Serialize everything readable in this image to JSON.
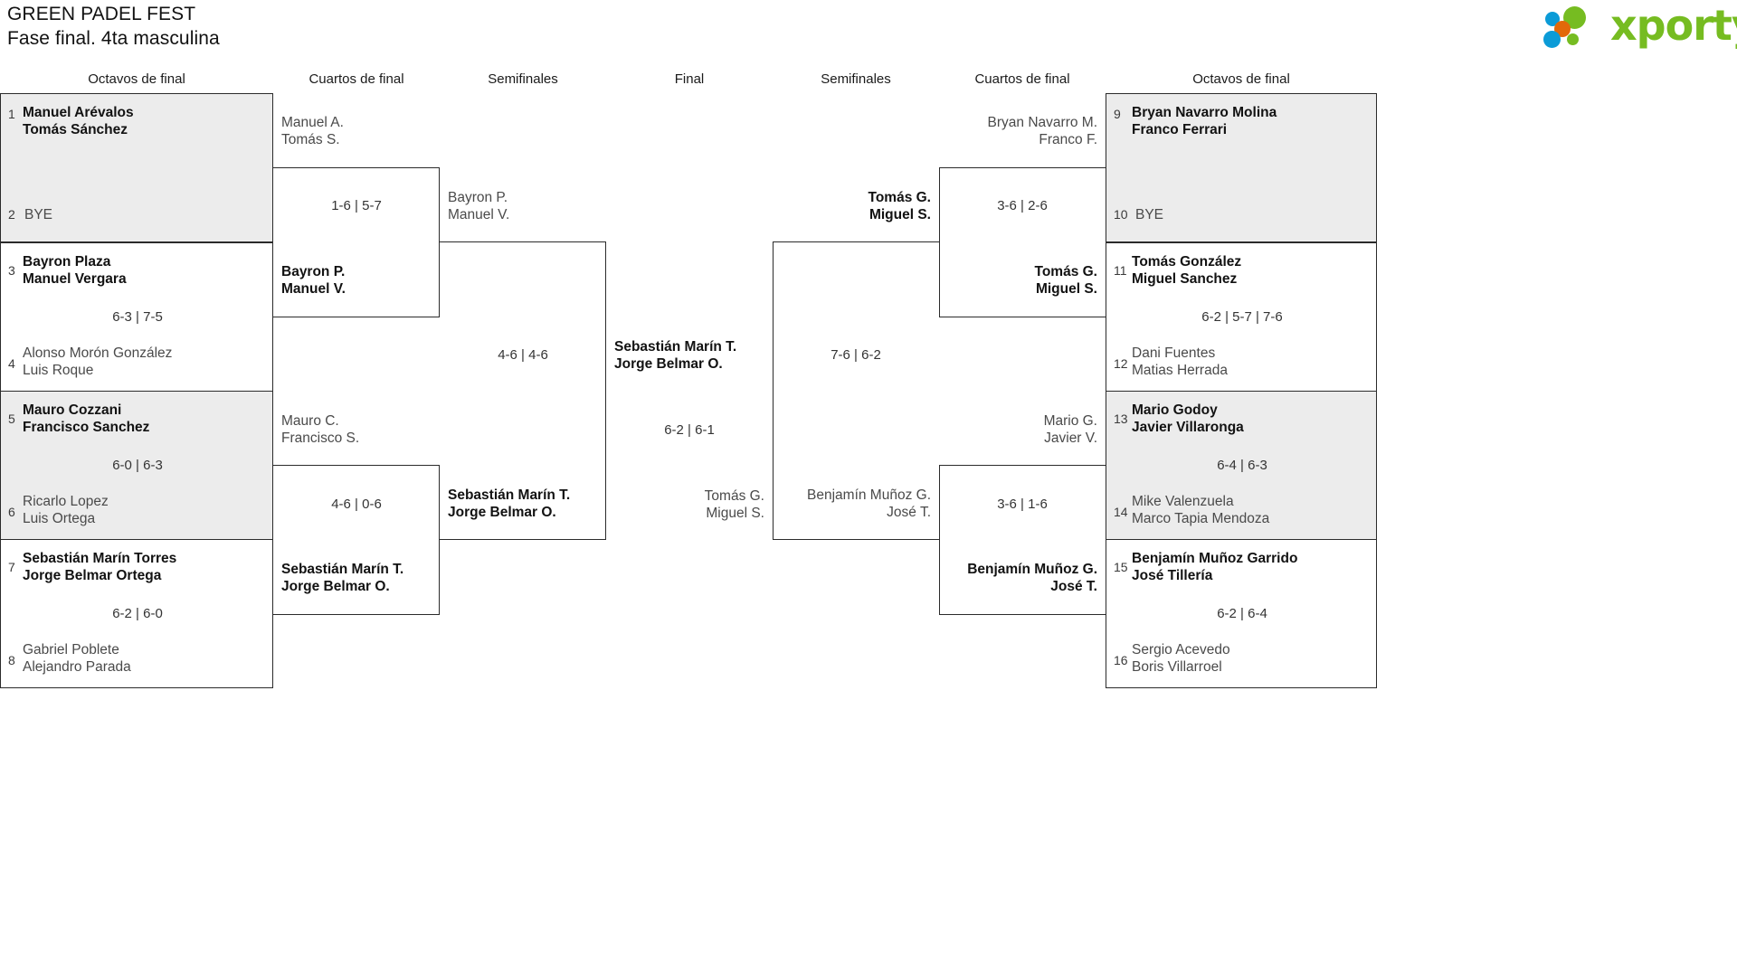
{
  "header": {
    "title": "GREEN PADEL FEST",
    "subtitle": "Fase final. 4ta masculina",
    "logo_text": "xporty",
    "logo_colors": {
      "green": "#76bc21",
      "blue": "#0b9bd7",
      "orange": "#e2690a"
    }
  },
  "round_headers": {
    "left_r16": "Octavos de final",
    "left_qf": "Cuartos de final",
    "left_sf": "Semifinales",
    "final": "Final",
    "right_sf": "Semifinales",
    "right_qf": "Cuartos de final",
    "right_r16": "Octavos de final"
  },
  "bracket": {
    "left_r16": [
      {
        "seed_top": "1",
        "seed_bot": "2",
        "top_line1": "Manuel Arévalos",
        "top_line2": "Tomás Sánchez",
        "bot_line1": "BYE",
        "bot_line2": "",
        "top_winner": true,
        "bot_winner": false,
        "shaded": true,
        "score": ""
      },
      {
        "seed_top": "3",
        "seed_bot": "4",
        "top_line1": "Bayron Plaza",
        "top_line2": "Manuel Vergara",
        "bot_line1": "Alonso Morón González",
        "bot_line2": "Luis Roque",
        "top_winner": true,
        "bot_winner": false,
        "shaded": false,
        "score": "6-3 | 7-5"
      },
      {
        "seed_top": "5",
        "seed_bot": "6",
        "top_line1": "Mauro Cozzani",
        "top_line2": "Francisco Sanchez",
        "bot_line1": "Ricarlo Lopez",
        "bot_line2": "Luis Ortega",
        "top_winner": true,
        "bot_winner": false,
        "shaded": true,
        "score": "6-0 | 6-3"
      },
      {
        "seed_top": "7",
        "seed_bot": "8",
        "top_line1": "Sebastián Marín Torres",
        "top_line2": "Jorge Belmar Ortega",
        "bot_line1": "Gabriel Poblete",
        "bot_line2": "Alejandro Parada",
        "top_winner": true,
        "bot_winner": false,
        "shaded": false,
        "score": "6-2 | 6-0"
      }
    ],
    "left_qf": [
      {
        "top_line1": "Manuel A.",
        "top_line2": "Tomás S.",
        "bot_line1": "Bayron P.",
        "bot_line2": "Manuel V.",
        "top_winner": false,
        "bot_winner": true,
        "score": "1-6 | 5-7"
      },
      {
        "top_line1": "Mauro C.",
        "top_line2": "Francisco S.",
        "bot_line1": "Sebastián Marín T.",
        "bot_line2": "Jorge Belmar O.",
        "top_winner": false,
        "bot_winner": true,
        "score": "4-6 | 0-6"
      }
    ],
    "left_sf": [
      {
        "top_line1": "Bayron P.",
        "top_line2": "Manuel V.",
        "bot_line1": "Sebastián Marín T.",
        "bot_line2": "Jorge Belmar O.",
        "top_winner": false,
        "bot_winner": true,
        "score": "4-6 | 4-6"
      }
    ],
    "final": [
      {
        "top_line1": "Sebastián Marín T.",
        "top_line2": "Jorge Belmar O.",
        "bot_line1": "Tomás G.",
        "bot_line2": "Miguel S.",
        "top_winner": true,
        "bot_winner": false,
        "score": "6-2 | 6-1"
      }
    ],
    "right_sf": [
      {
        "top_line1": "Tomás G.",
        "top_line2": "Miguel S.",
        "bot_line1": "Benjamín Muñoz G.",
        "bot_line2": "José T.",
        "top_winner": true,
        "bot_winner": false,
        "score": "7-6 | 6-2"
      }
    ],
    "right_qf": [
      {
        "top_line1": "Bryan Navarro M.",
        "top_line2": "Franco F.",
        "bot_line1": "Tomás G.",
        "bot_line2": "Miguel S.",
        "top_winner": false,
        "bot_winner": true,
        "score": "3-6 | 2-6"
      },
      {
        "top_line1": "Mario G.",
        "top_line2": "Javier V.",
        "bot_line1": "Benjamín Muñoz G.",
        "bot_line2": "José T.",
        "top_winner": false,
        "bot_winner": true,
        "score": "3-6 | 1-6"
      }
    ],
    "right_r16": [
      {
        "seed_top": "9",
        "seed_bot": "10",
        "top_line1": "Bryan Navarro Molina",
        "top_line2": "Franco Ferrari",
        "bot_line1": "BYE",
        "bot_line2": "",
        "top_winner": true,
        "bot_winner": false,
        "shaded": true,
        "score": ""
      },
      {
        "seed_top": "11",
        "seed_bot": "12",
        "top_line1": "Tomás González",
        "top_line2": "Miguel Sanchez",
        "bot_line1": "Dani Fuentes",
        "bot_line2": "Matias Herrada",
        "top_winner": true,
        "bot_winner": false,
        "shaded": false,
        "score": "6-2 | 5-7 | 7-6"
      },
      {
        "seed_top": "13",
        "seed_bot": "14",
        "top_line1": "Mario Godoy",
        "top_line2": "Javier Villaronga",
        "bot_line1": "Mike Valenzuela",
        "bot_line2": "Marco Tapia Mendoza",
        "top_winner": true,
        "bot_winner": false,
        "shaded": true,
        "score": "6-4 | 6-3"
      },
      {
        "seed_top": "15",
        "seed_bot": "16",
        "top_line1": "Benjamín Muñoz Garrido",
        "top_line2": "José Tillería",
        "bot_line1": "Sergio Acevedo",
        "bot_line2": "Boris Villarroel",
        "top_winner": true,
        "bot_winner": false,
        "shaded": false,
        "score": "6-2 | 6-4"
      }
    ]
  }
}
